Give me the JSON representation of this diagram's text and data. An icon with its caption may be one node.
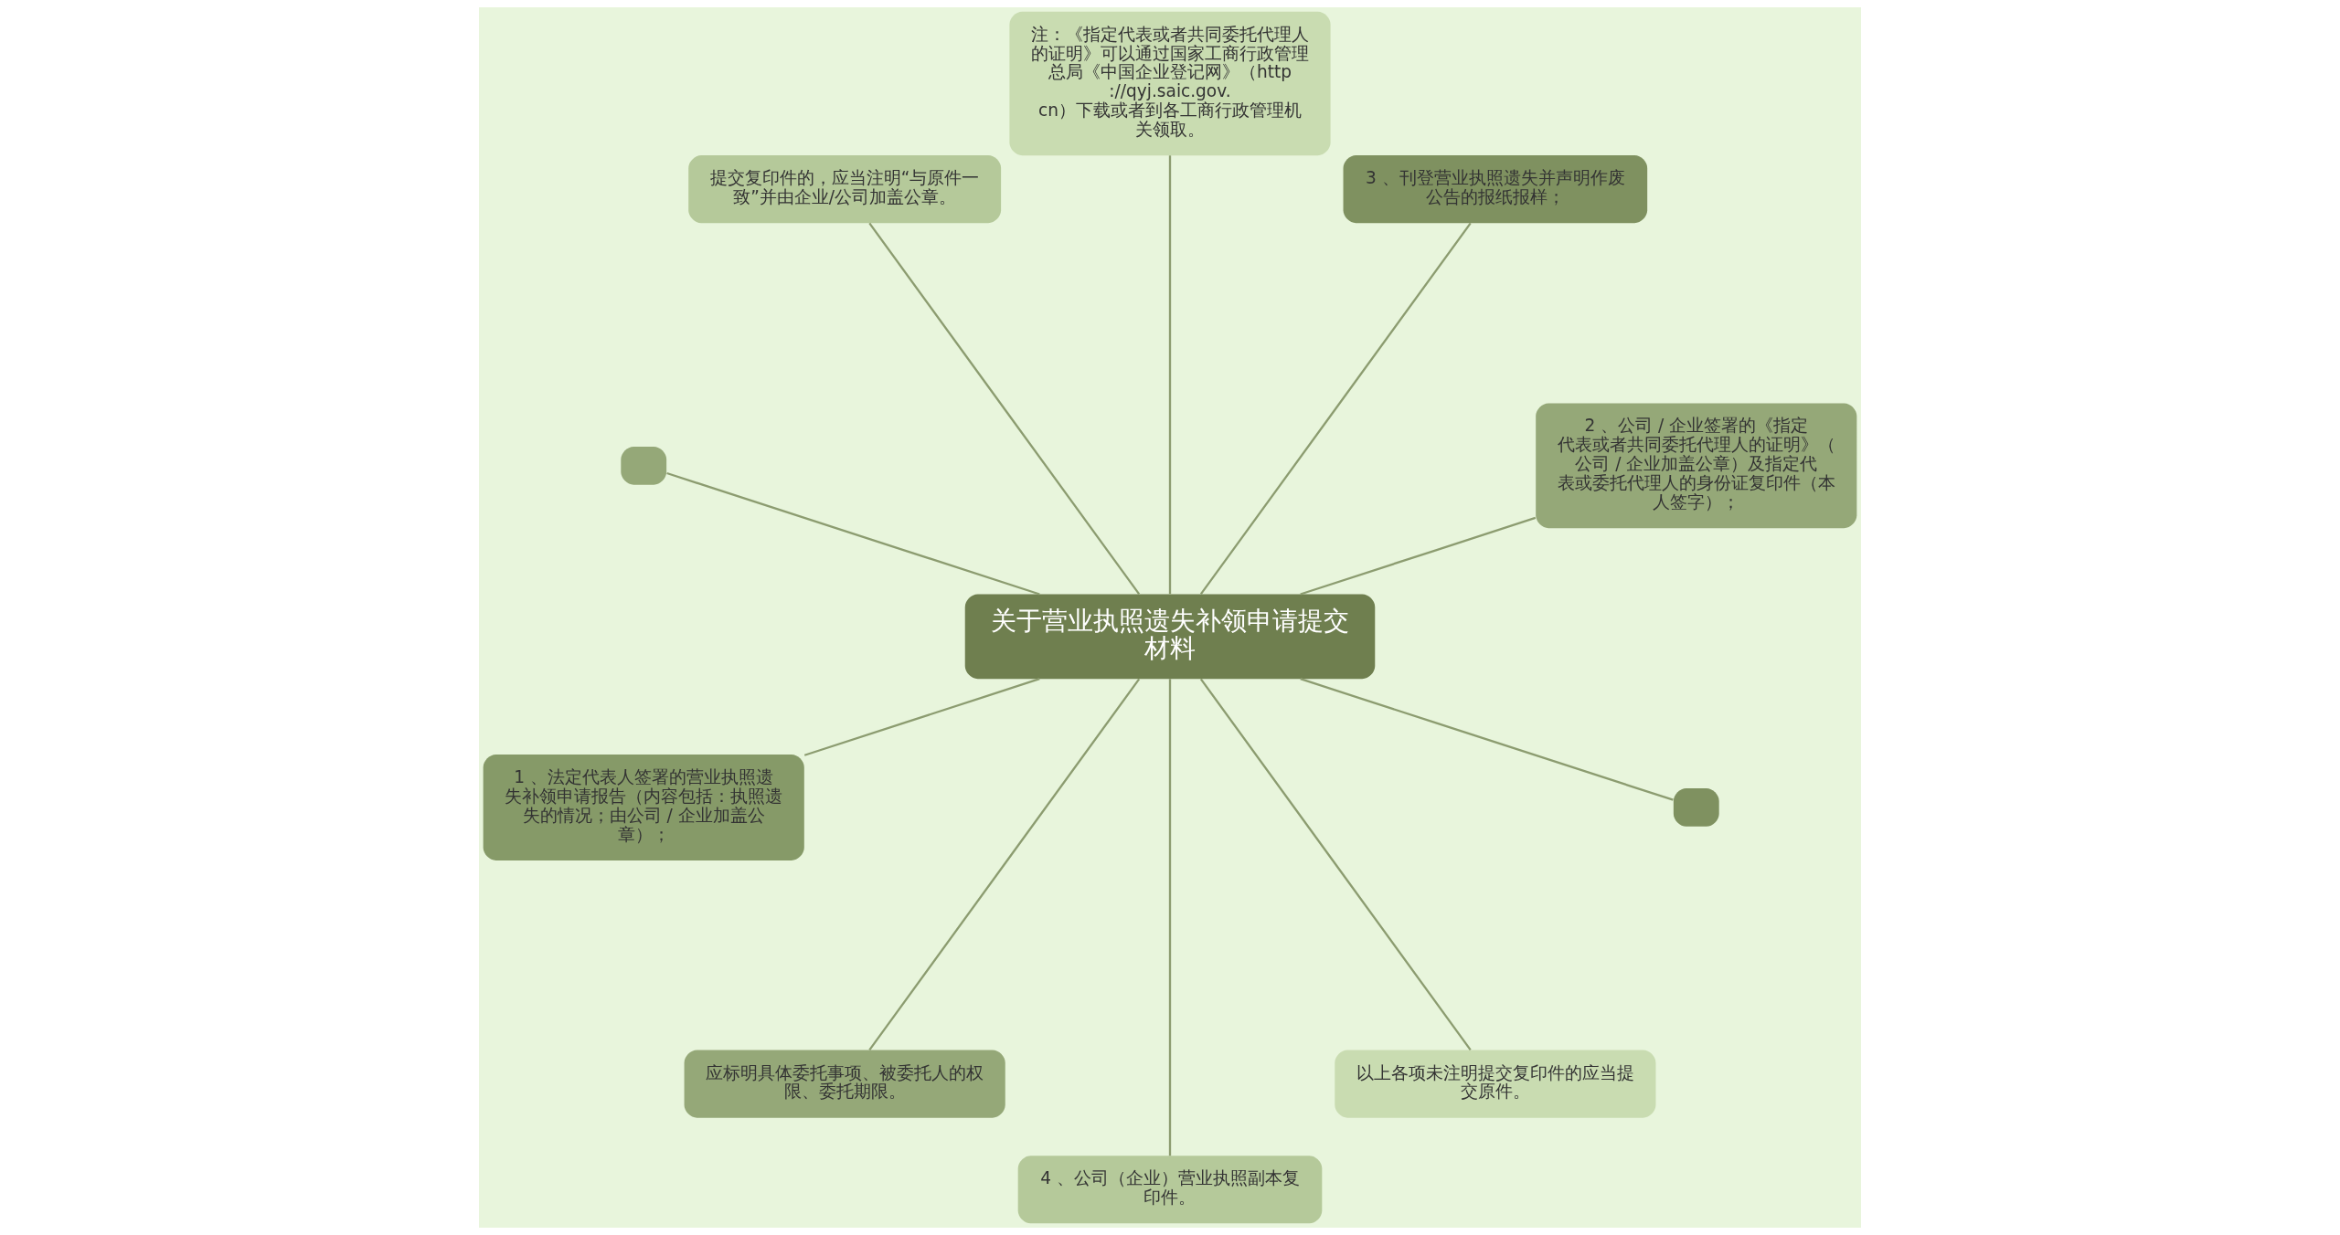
{
  "diagram": {
    "nodes": [
      {
        "text": [
          "关于营业执照遗失补领申请提交材料"
        ]
      },
      {
        "text": [
          "2 、公司 / 企业签署的《指定代表或者共同委托代理人的证明》（公司 / 企业加盖公章）及指定代表或委托代理人的身份证复印件（本人签字）；"
        ]
      },
      {
        "text": [
          "3 、刊登营业执照遗失并声明作废公告的报纸报样；"
        ]
      },
      {
        "text": [
          "注：《指定代表或者共同委托代理人的证明》可以通过国家工商行政管理总局《中国企业登记网》（http://qyj.saic.gov.cn）下载或者到各工商行政管理机关领取。"
        ]
      },
      {
        "text": [
          "提交复印件的，应当注明“与原件一致”并由企业/公司加盖公章。"
        ]
      },
      {
        "text": [],
        "shape": "box"
      },
      {
        "text": [
          "1 、法定代表人签署的营业执照遗失补领申请报告（内容包括：执照遗失的情况；由公司 / 企业加盖公章）；"
        ]
      },
      {
        "text": [
          "应标明具体委托事项、被委托人的权限、委托期限。"
        ]
      },
      {
        "text": [
          "4 、公司（企业）营业执照副本复印件。"
        ]
      },
      {
        "text": [
          "以上各项未注明提交复印件的应当提交原件。"
        ]
      },
      {
        "text": [],
        "shape": "box"
      }
    ],
    "edges": [
      {
        "from": 0,
        "to": 1,
        "arrow": "none"
      },
      {
        "from": 0,
        "to": 2,
        "arrow": "none"
      },
      {
        "from": 0,
        "to": 3,
        "arrow": "none"
      },
      {
        "from": 0,
        "to": 4,
        "arrow": "none"
      },
      {
        "from": 0,
        "to": 5,
        "arrow": "none"
      },
      {
        "from": 0,
        "to": 6,
        "arrow": "none"
      },
      {
        "from": 0,
        "to": 7,
        "arrow": "none"
      },
      {
        "from": 0,
        "to": 8,
        "arrow": "none"
      },
      {
        "from": 0,
        "to": 9,
        "arrow": "none"
      },
      {
        "from": 0,
        "to": 10,
        "arrow": "none"
      }
    ]
  }
}
